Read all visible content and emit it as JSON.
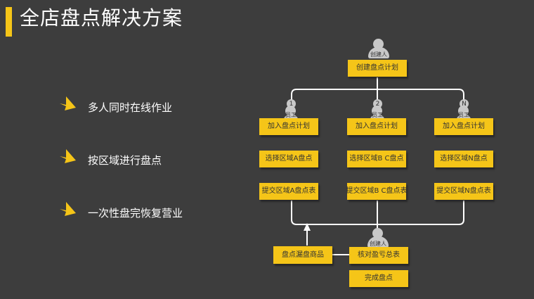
{
  "header": {
    "title": "全店盘点解决方案"
  },
  "bullets": [
    {
      "text": "多人同时在线作业",
      "icon": "arrow-icon"
    },
    {
      "text": "按区域进行盘点",
      "icon": "arrow-icon"
    },
    {
      "text": "一次性盘完恢复营业",
      "icon": "arrow-icon"
    }
  ],
  "flow": {
    "creator_label": "创建人",
    "create_plan": "创建盘点计划",
    "staff_label": "员工",
    "lanes": [
      {
        "number": "1",
        "join": "加入盘点计划",
        "select": "选择区域A盘点",
        "submit": "提交区域A盘点表"
      },
      {
        "number": "2",
        "join": "加入盘点计划",
        "select": "选择区域B C盘点",
        "submit": "提交区域B C盘点表"
      },
      {
        "number": "N",
        "join": "加入盘点计划",
        "select": "选择区域N盘点",
        "submit": "提交区域N盘点表"
      }
    ],
    "reviewer_label": "创建人",
    "check_total": "核对盈亏总表",
    "missing_items": "盘点漏盘商品",
    "complete": "完成盘点"
  },
  "colors": {
    "accent": "#f5c518",
    "background": "#3d3d3d",
    "line": "#ffffff"
  }
}
